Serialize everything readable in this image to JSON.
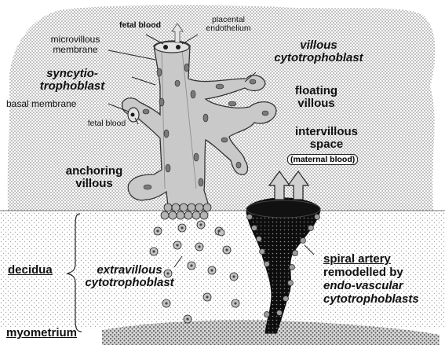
{
  "labels": {
    "fetal_blood_top": "fetal blood",
    "placental_endothelium": "placental endothelium",
    "microvillous_membrane": "microvillous membrane",
    "villous_cytotrophoblast": "villous cytotrophoblast",
    "syncytio_trophoblast": "syncytio- trophoblast",
    "basal_membrane": "basal membrane",
    "fetal_blood_side": "fetal blood",
    "floating_villous": "floating villous",
    "intervillous_space": "intervillous space",
    "maternal_blood": "(maternal blood)",
    "anchoring_villous": "anchoring villous",
    "decidua": "decidua",
    "extravillous_cytotrophoblast": "extravillous cytotrophoblast",
    "spiral_artery": "spiral artery",
    "remodelled_by": "remodelled by",
    "endo_vascular": "endo-vascular",
    "cytotrophoblasts": "cytotrophoblasts",
    "myometrium": "myometrium"
  },
  "colors": {
    "villus_fill": "#c9c9c9",
    "cell_fill": "#7a7a7a",
    "nucleus": "#1a1a1a",
    "artery_fill": "#111111",
    "dots": "#9a9a9a"
  },
  "icons": [
    "arrow-up-icon",
    "spiral-artery-icon",
    "villous-tree-icon"
  ]
}
